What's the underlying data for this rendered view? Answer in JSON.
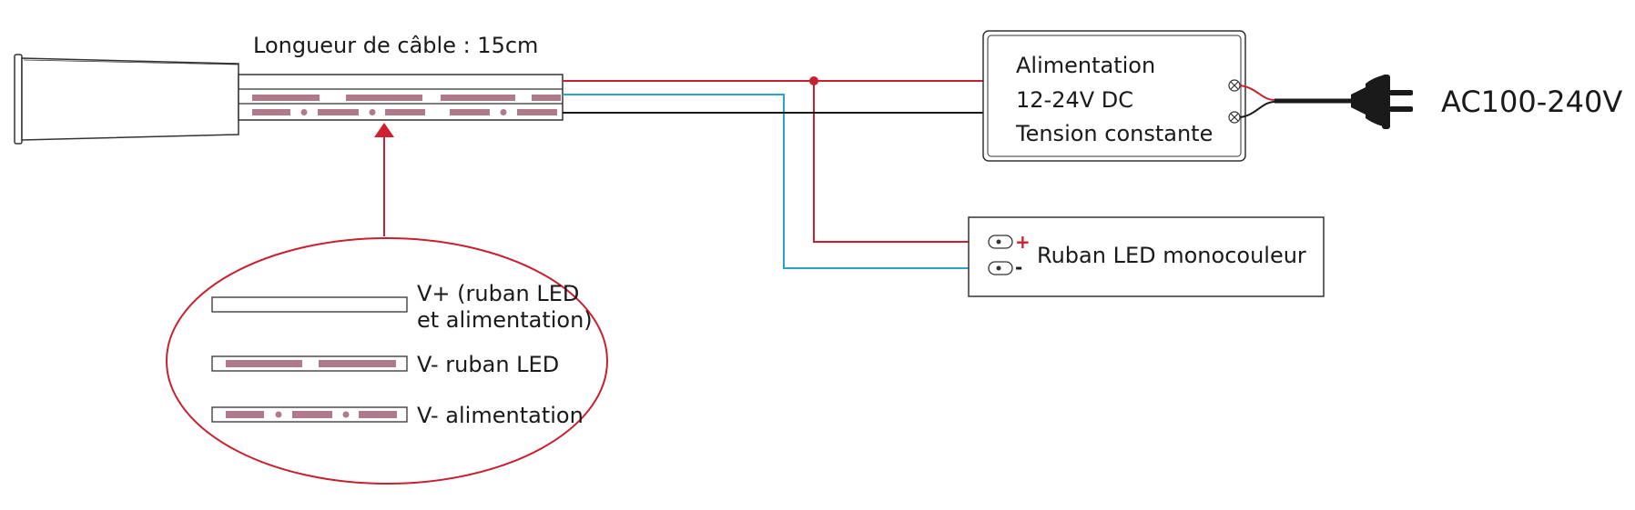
{
  "diagram": {
    "cable_label": "Longueur de câble : 15cm",
    "power_supply": {
      "line1": "Alimentation",
      "line2": "12-24V DC",
      "line3": "Tension constante"
    },
    "mains_label": "AC100-240V",
    "led_strip": {
      "label": "Ruban LED monocouleur",
      "plus": "+",
      "minus": "-"
    },
    "legend": {
      "vplus_line1": "V+ (ruban LED",
      "vplus_line2": "et alimentation)",
      "vminus_strip": "V- ruban LED",
      "vminus_supply": "V- alimentation"
    },
    "colors": {
      "positive_wire": "#c8202f",
      "strip_negative_wire": "#2aa3c9",
      "supply_negative_wire": "#1a1a1a",
      "stripe_marking": "#b07a8a"
    },
    "icons": [
      "cable-connector-icon",
      "plug-icon",
      "arrow-up-icon"
    ]
  }
}
